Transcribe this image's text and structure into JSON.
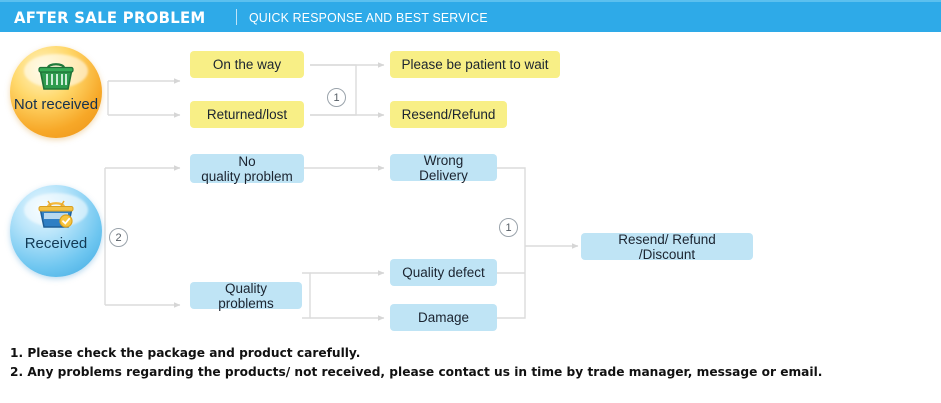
{
  "header": {
    "title": "AFTER SALE PROBLEM",
    "divider": "|",
    "subtitle": "QUICK RESPONSE AND BEST SERVICE",
    "bar_color": "#2EAAE8",
    "text_color": "#FFFFFF"
  },
  "palette": {
    "yellow_node": "#F8EF86",
    "blue_node": "#BFE4F5",
    "connector": "#DCDCDC",
    "circle_orange": "#F7A828",
    "circle_blue": "#6EC6F0"
  },
  "statuses": [
    {
      "id": "not-received",
      "label": "Not\nreceived",
      "icon": "shopping-basket-icon",
      "color": "#F7A828"
    },
    {
      "id": "received",
      "label": "Received",
      "icon": "shopping-basket-filled-icon",
      "color": "#6EC6F0"
    }
  ],
  "nodes": {
    "on_the_way": "On the way",
    "returned_lost": "Returned/lost",
    "please_wait": "Please be patient to wait",
    "resend_refund": "Resend/Refund",
    "no_quality_problem": "No\nquality problem",
    "quality_problems": "Quality problems",
    "wrong_delivery": "Wrong Delivery",
    "quality_defect": "Quality defect",
    "damage": "Damage",
    "resend_refund_discount": "Resend/ Refund /Discount"
  },
  "markers": {
    "top_one": "1",
    "received_two": "2",
    "bottom_one": "1"
  },
  "footer": {
    "line1": "1. Please check the package and product carefully.",
    "line2": "2. Any problems regarding the products/ not received, please contact us in time by trade manager, message or email."
  }
}
